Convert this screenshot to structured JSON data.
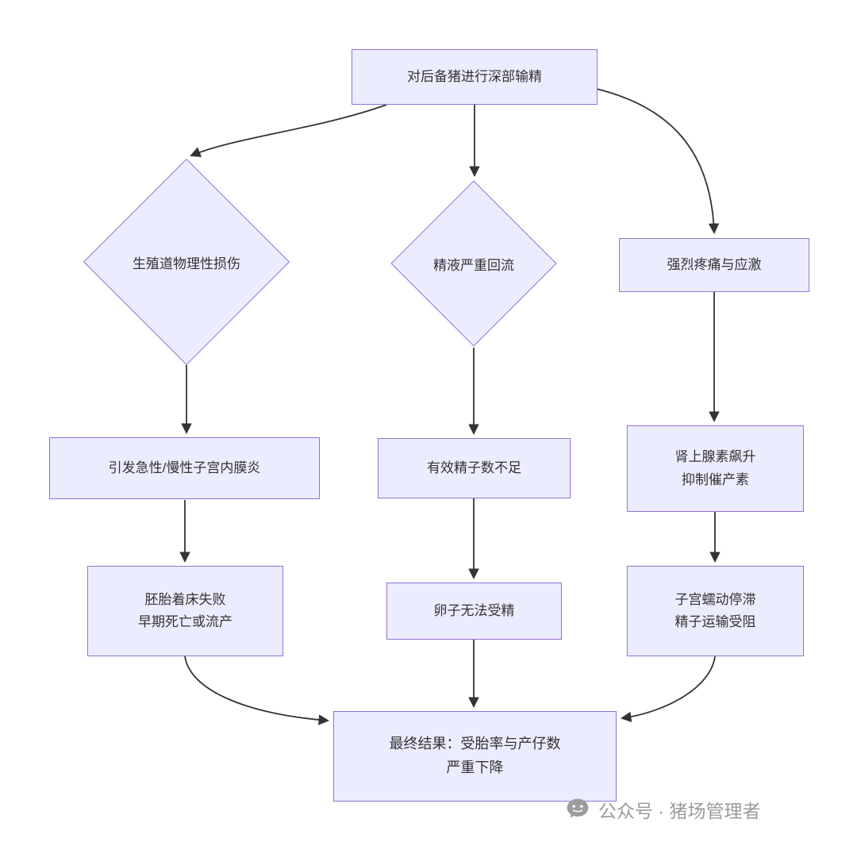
{
  "diagram": {
    "nodes": {
      "root": {
        "label": "对后备猪进行深部输精"
      },
      "left1": {
        "label": "生殖道物理性损伤"
      },
      "mid1": {
        "label": "精液严重回流"
      },
      "right1": {
        "label": "强烈疼痛与应激"
      },
      "left2": {
        "label": "引发急性/慢性子宫内膜炎"
      },
      "mid2": {
        "label": "有效精子数不足"
      },
      "right2": {
        "label": "肾上腺素飙升\n抑制催产素"
      },
      "left3": {
        "label": "胚胎着床失败\n早期死亡或流产"
      },
      "mid3": {
        "label": "卵子无法受精"
      },
      "right3": {
        "label": "子宫蠕动停滞\n精子运输受阻"
      },
      "final": {
        "label": "最终结果：受胎率与产仔数\n严重下降"
      }
    },
    "colors": {
      "node_fill": "#ECECFF",
      "node_border": "#9370DB",
      "edge": "#333333",
      "text": "#333333"
    }
  },
  "watermark": {
    "text": "公众号 · 猪场管理者",
    "color": "#9c9c9c"
  }
}
